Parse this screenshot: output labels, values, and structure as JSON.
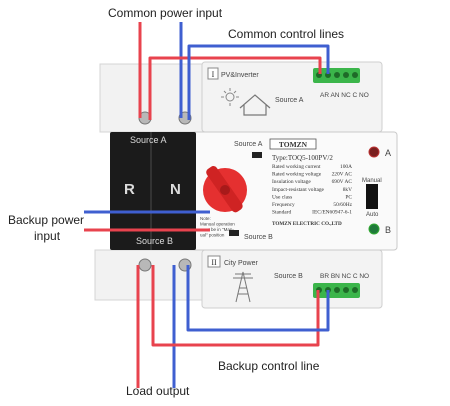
{
  "annotations": {
    "common_power_input": "Common power input",
    "common_control_lines": "Common control lines",
    "backup_power_input_line1": "Backup power",
    "backup_power_input_line2": "input",
    "load_output": "Load output",
    "backup_control_line": "Backup control line"
  },
  "device": {
    "top_module": {
      "roman": "I",
      "title": "PV&Inverter",
      "source_label": "Source A",
      "terminal_labels": "AR AN NC C NO"
    },
    "bottom_module": {
      "roman": "II",
      "title": "City Power",
      "source_label": "Source B",
      "terminal_labels": "BR BN NC C NO"
    },
    "black_block": {
      "source_a": "Source A",
      "source_b": "Source B",
      "phase_r": "R",
      "phase_n": "N"
    },
    "center_panel": {
      "source_a": "Source A",
      "source_b": "Source B",
      "brand": "TOMZN",
      "type_line": "Type:TOQ5-100PV/2",
      "specs": [
        {
          "label": "Rated working current",
          "value": "100A"
        },
        {
          "label": "Rated working voltage",
          "value": "220V AC"
        },
        {
          "label": "Insulation voltage",
          "value": "690V AC"
        },
        {
          "label": "Impact-resistant voltage",
          "value": "8kV"
        },
        {
          "label": "Use class",
          "value": "PC"
        },
        {
          "label": "Frequency",
          "value": "50/60Hz"
        },
        {
          "label": "Standard",
          "value": "IEC/EN60947-6-1"
        }
      ],
      "maker": "TOMZN ELECTRIC CO.,LTD",
      "note_lines": [
        "Note:",
        "Manual operation",
        "must be in \"Man-",
        "ual\" position"
      ],
      "indicator_a": "A",
      "indicator_b": "B",
      "mode_manual": "Manual",
      "mode_auto": "Auto"
    }
  },
  "colors": {
    "red_wire": "#e8434e",
    "blue_wire": "#3f5fd0",
    "green_terminal": "#3bb54a",
    "black_block": "#1b1b1b",
    "knob": "#e53030"
  }
}
